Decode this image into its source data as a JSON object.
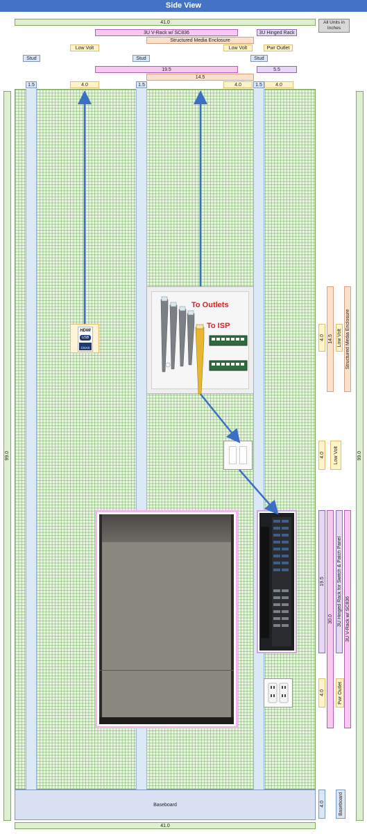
{
  "title": "Side View",
  "top_dims": {
    "overall": "41.0",
    "rack_label": "3U V-Rack w/ SC836",
    "hinged_rack": "3U Hinged Rack",
    "all_units": "All Units in Inches",
    "enclosure": "Structured Media Enclosure",
    "low_volt_left": "Low Volt",
    "low_volt_right": "Low Volt",
    "pwr_outlet": "Pwr Outlet",
    "stud_1": "Stud",
    "stud_2": "Stud",
    "stud_3": "Stud",
    "dim_19_5": "19.5",
    "dim_5_5": "5.5",
    "dim_14_5": "14.5",
    "dim_1_5_a": "1.5",
    "dim_4_0_a": "4.0",
    "dim_1_5_b": "1.5",
    "dim_4_0_b": "4.0",
    "dim_1_5_c": "1.5",
    "dim_4_0_c": "4.0"
  },
  "side_dims": {
    "left_height": "99.0",
    "right_height": "99.0",
    "enc_4_0": "4.0",
    "enc_14_5": "14.5",
    "enc_low_volt": "Low Volt",
    "enc_name": "Structured Media Enclosure",
    "lv_4_0": "4.0",
    "lv_label": "Low Volt",
    "rack_19_5": "19.5",
    "rack_30_0": "30.0",
    "hinged_label": "3U Hinged Rack for Switch & Patch Panel",
    "vrack_label": "3U V-Rack w/ SC836",
    "pwr_4_0": "4.0",
    "pwr_label": "Pwr Outlet",
    "base_4_0": "4.0",
    "base_label": "Baseboard"
  },
  "enclosure": {
    "to_outlets": "To Outlets",
    "to_isp": "To ISP"
  },
  "hdmi_plate": {
    "hdmi": "HDMI",
    "usb": "USB",
    "coax": "COAX"
  },
  "bottom": {
    "baseboard": "Baseboard",
    "overall": "41.0"
  },
  "colors": {
    "arrow": "#3b6fc4",
    "title_bar": "#4472c4",
    "text_red": "#e02020"
  }
}
